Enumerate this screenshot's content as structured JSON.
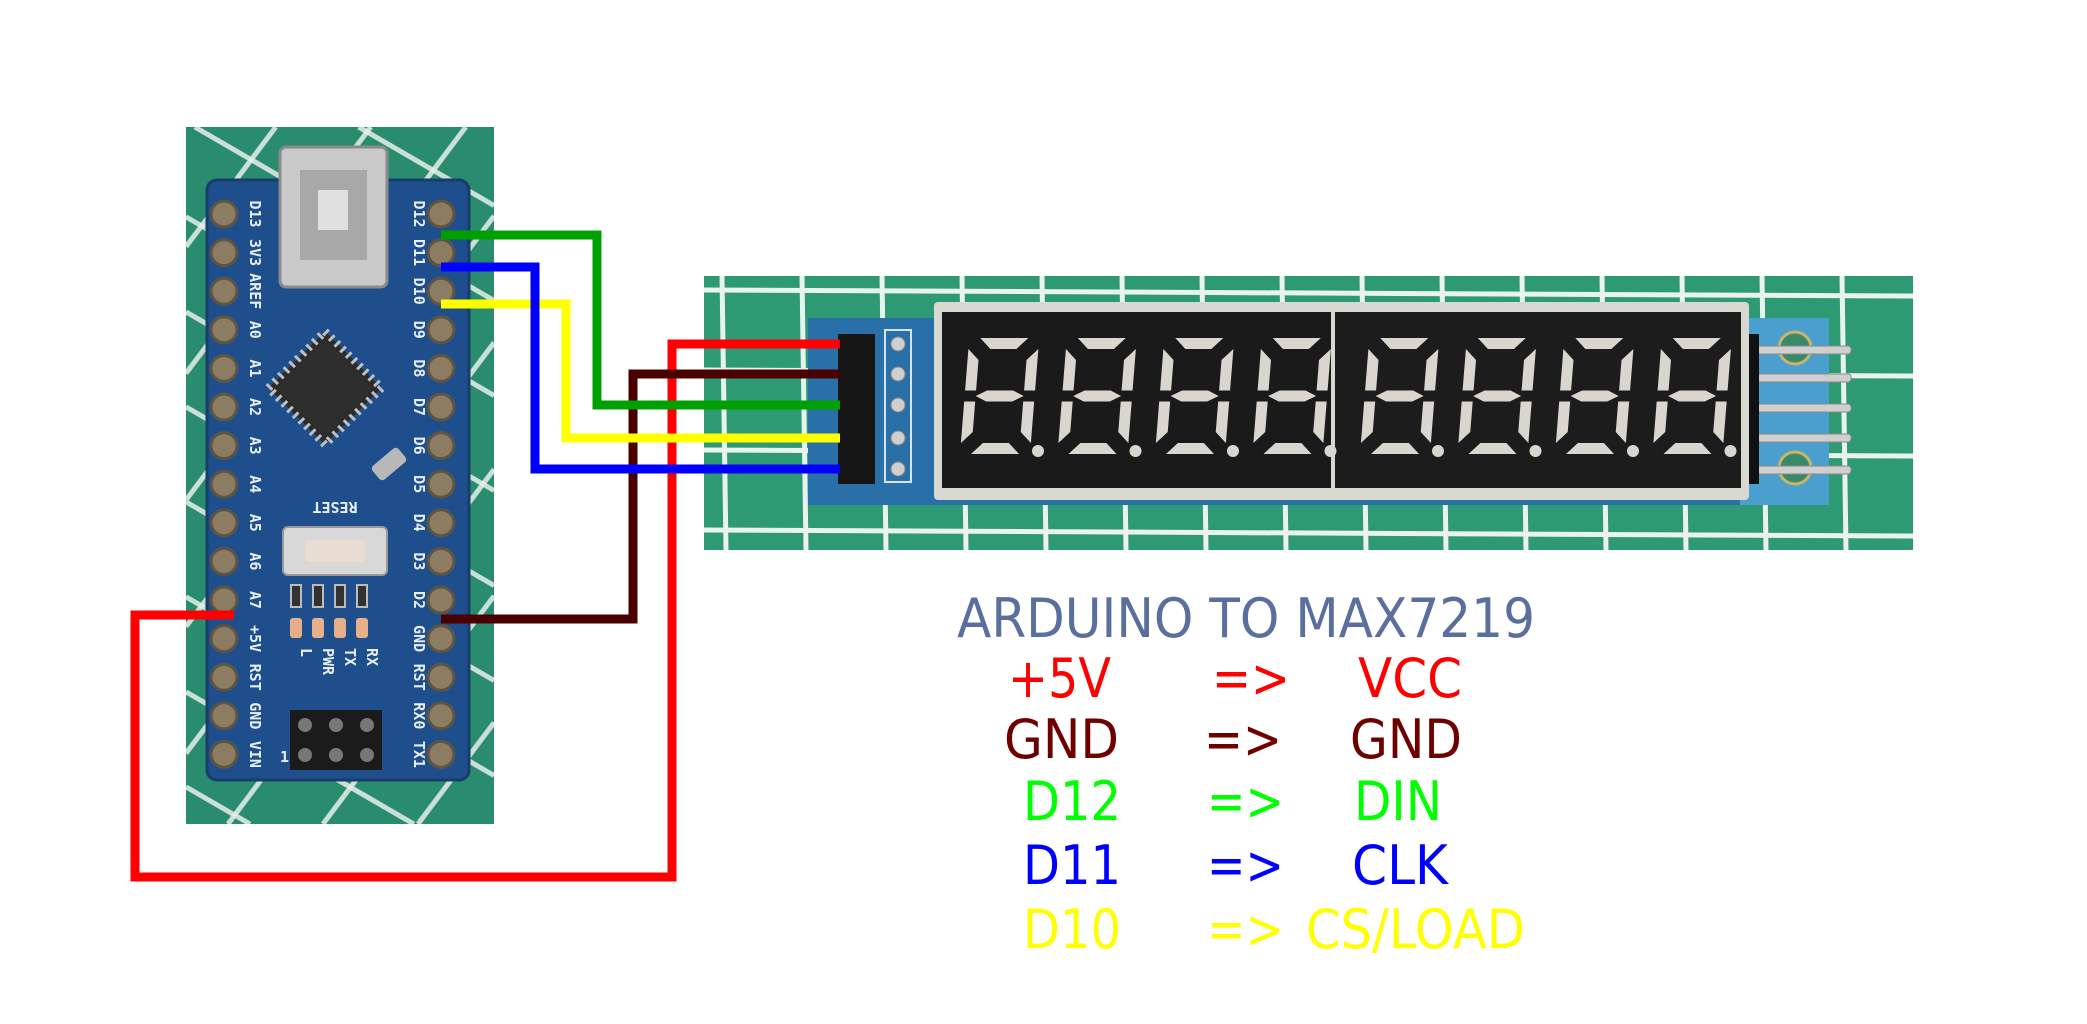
{
  "title": {
    "text": "ARDUINO TO MAX7219",
    "color": "#5b6f9f"
  },
  "mappings": [
    {
      "from": "+5V",
      "arrow": "=>",
      "to": "VCC",
      "text_color": "#ff0000",
      "wire_color": "#ff0000"
    },
    {
      "from": "GND",
      "arrow": "=>",
      "to": "GND",
      "text_color": "#6e0000",
      "wire_color": "#4a0000"
    },
    {
      "from": "D12",
      "arrow": "=>",
      "to": "DIN",
      "text_color": "#00ff00",
      "wire_color": "#00a000"
    },
    {
      "from": "D11",
      "arrow": "=>",
      "to": "CLK",
      "text_color": "#0000ff",
      "wire_color": "#0000ff"
    },
    {
      "from": "D10",
      "arrow": "=>",
      "to": "CS/LOAD",
      "text_color": "#ffff00",
      "wire_color": "#ffff00"
    }
  ],
  "arduino": {
    "left_pins": [
      "D13",
      "3V3",
      "AREF",
      "A0",
      "A1",
      "A2",
      "A3",
      "A4",
      "A5",
      "A6",
      "A7",
      "+5V",
      "RST",
      "GND",
      "VIN"
    ],
    "right_pins": [
      "D12",
      "D11",
      "D10",
      "D9",
      "D8",
      "D7",
      "D6",
      "D5",
      "D4",
      "D3",
      "D2",
      "GND",
      "RST",
      "RX0",
      "TX1"
    ],
    "reset_label": "RESET",
    "led_labels": [
      "L",
      "PWR",
      "TX",
      "RX"
    ],
    "icsp_label": "1"
  },
  "display_module": {
    "digits": 8,
    "header_pins": 5
  }
}
